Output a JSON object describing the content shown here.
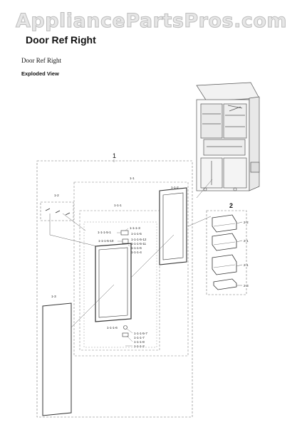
{
  "watermark": "AppliancePartsPros.com",
  "header": {
    "title": "Door Ref Right",
    "subtitle": "Door Ref Right",
    "view_label": "Exploded View"
  },
  "callouts": {
    "assembly_1": "1",
    "assembly_1_1": "1-1",
    "door_foam_1_1_1": "1-1-1",
    "gasket_1_1_2": "1-1-2",
    "hinge_kit_1_2": "1-2",
    "outer_panel_1_3": "1-3",
    "p_1_1_1_5_1": "1-1-1-5-1",
    "p_1_1_1_3": "1-1-1-3",
    "p_1_1_1_5": "1-1-1-5",
    "p_1_1_1_5_10": "1-1-1-5-10",
    "p_1_1_1_5_12": "1-1-1-5-12",
    "p_1_1_1_5_11": "1-1-1-5-11",
    "p_1_1_1_6": "1-1-1-6",
    "p_1_1_1_4": "1-1-1-4",
    "p_1_1_1_6b": "1-1-1-6",
    "p_1_1_1_5_7": "1-1-1-5-7",
    "p_1_1_1_7": "1-1-1-7",
    "p_1_1_1_8": "1-1-1-8",
    "p_1_1_1_2": "1-1-1-2",
    "bins_2": "2",
    "bin_2_2": "2-2",
    "bin_2_1a": "2-1",
    "bin_2_1b": "2-1",
    "bin_2_3": "2-3"
  }
}
